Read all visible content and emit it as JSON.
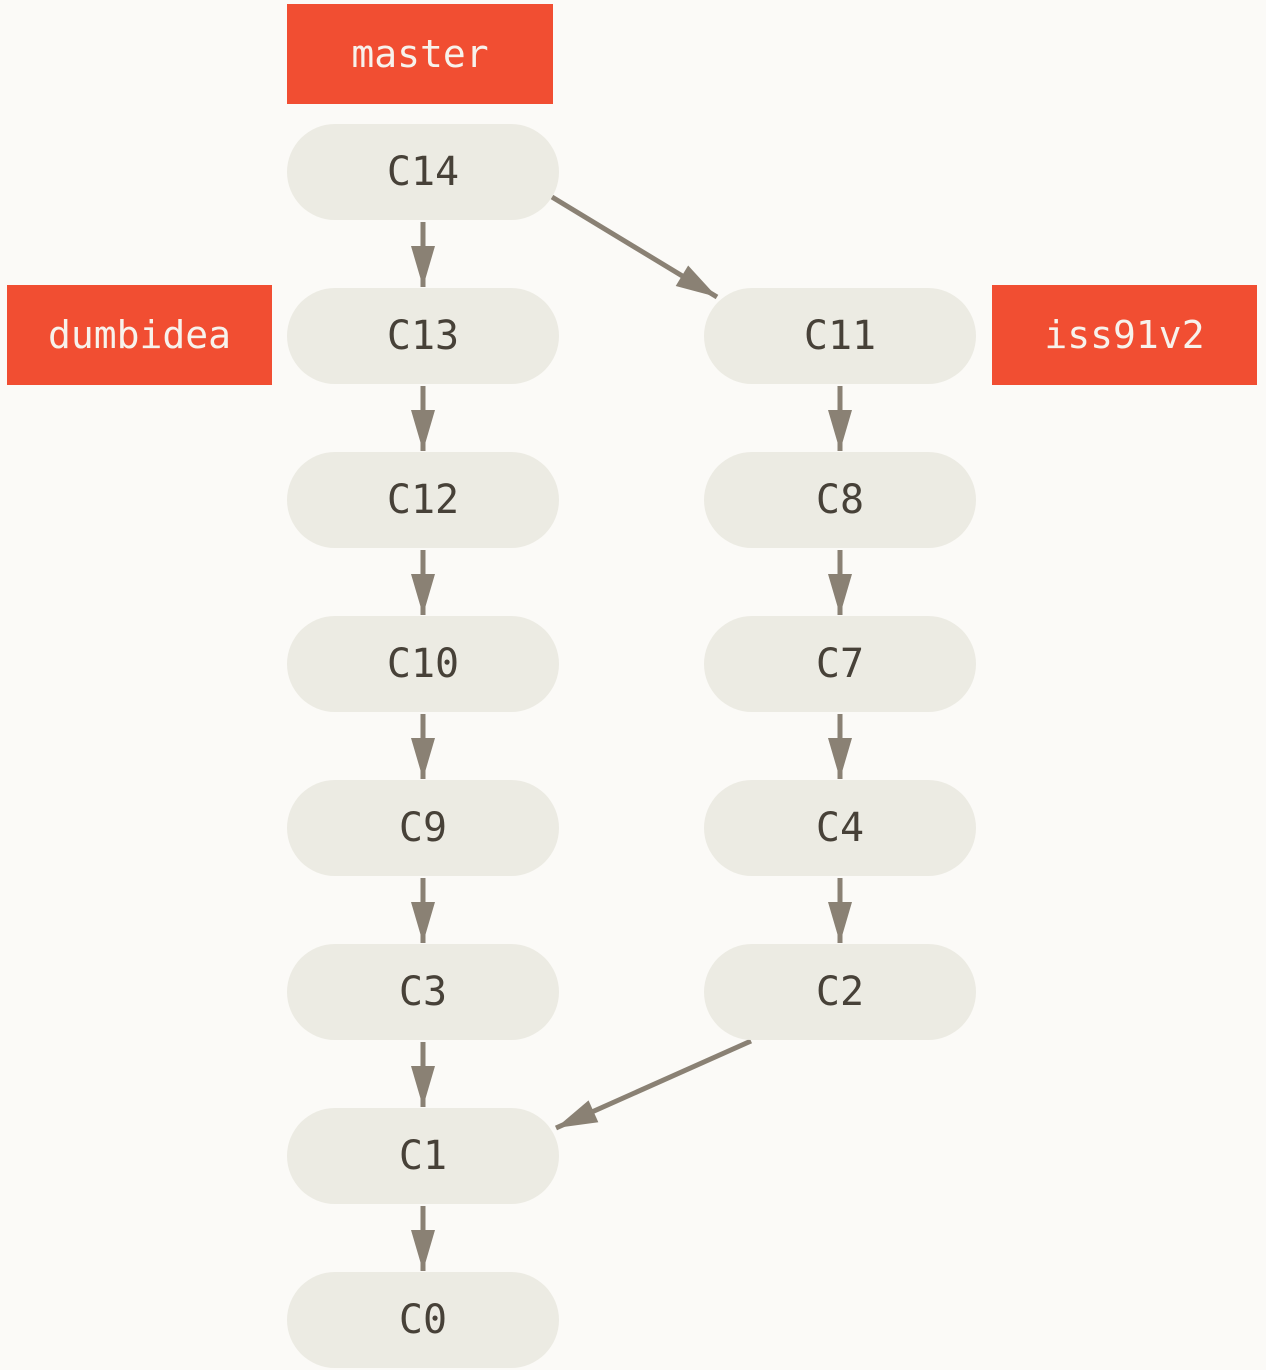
{
  "colors": {
    "background": "#fbfaf7",
    "commit_fill": "#ecebe3",
    "commit_text": "#474138",
    "branch_fill": "#f14e32",
    "branch_text": "#f7f2ec",
    "arrow": "#8a8174"
  },
  "branches": {
    "master": {
      "label": "master",
      "points_to": "C14"
    },
    "dumbidea": {
      "label": "dumbidea",
      "points_to": "C13"
    },
    "iss91v2": {
      "label": "iss91v2",
      "points_to": "C11"
    }
  },
  "commits": {
    "c14": {
      "label": "C14"
    },
    "c13": {
      "label": "C13"
    },
    "c12": {
      "label": "C12"
    },
    "c10": {
      "label": "C10"
    },
    "c9": {
      "label": "C9"
    },
    "c3": {
      "label": "C3"
    },
    "c1": {
      "label": "C1"
    },
    "c0": {
      "label": "C0"
    },
    "c11": {
      "label": "C11"
    },
    "c8": {
      "label": "C8"
    },
    "c7": {
      "label": "C7"
    },
    "c4": {
      "label": "C4"
    },
    "c2": {
      "label": "C2"
    }
  },
  "edges": [
    {
      "from": "C14",
      "to": "C13"
    },
    {
      "from": "C13",
      "to": "C12"
    },
    {
      "from": "C12",
      "to": "C10"
    },
    {
      "from": "C10",
      "to": "C9"
    },
    {
      "from": "C9",
      "to": "C3"
    },
    {
      "from": "C3",
      "to": "C1"
    },
    {
      "from": "C1",
      "to": "C0"
    },
    {
      "from": "C14",
      "to": "C11"
    },
    {
      "from": "C11",
      "to": "C8"
    },
    {
      "from": "C8",
      "to": "C7"
    },
    {
      "from": "C7",
      "to": "C4"
    },
    {
      "from": "C4",
      "to": "C2"
    },
    {
      "from": "C2",
      "to": "C1"
    }
  ]
}
